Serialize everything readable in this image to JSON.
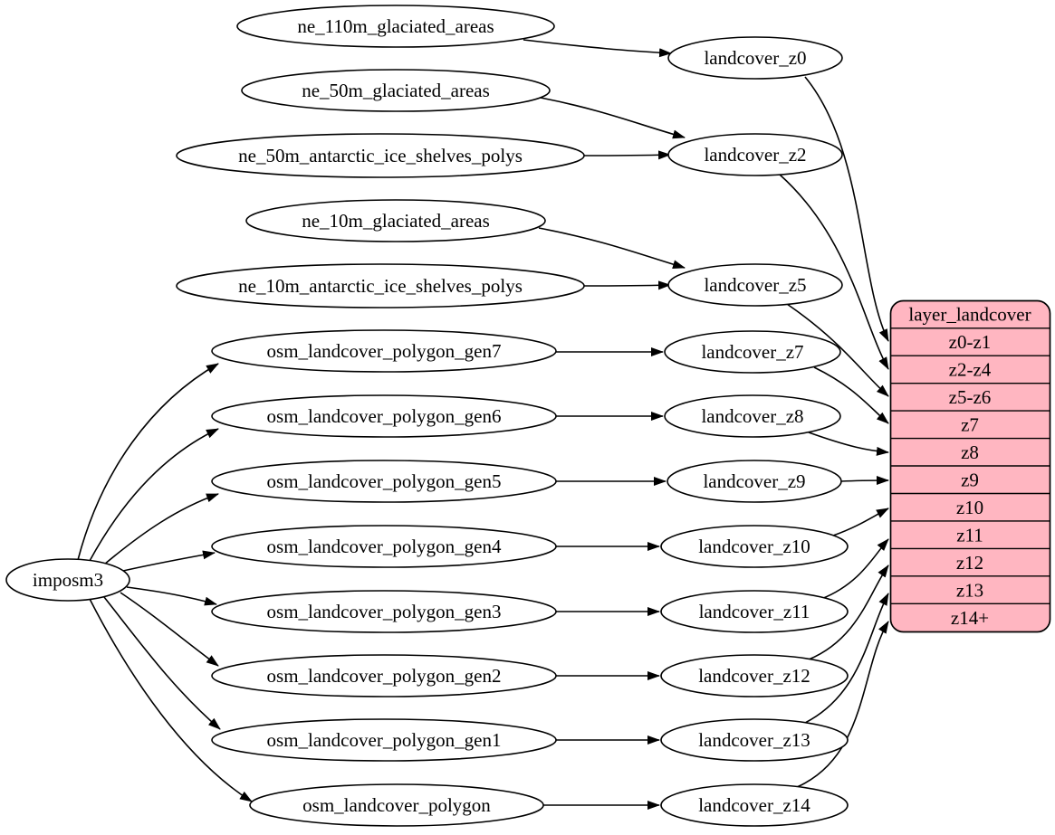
{
  "colors": {
    "background": "#ffffff",
    "node_fill": "#ffffff",
    "stroke": "#000000",
    "table_fill": "#ffb6c1"
  },
  "nodes": {
    "imposm3": "imposm3",
    "ne_110m_glaciated_areas": "ne_110m_glaciated_areas",
    "ne_50m_glaciated_areas": "ne_50m_glaciated_areas",
    "ne_50m_antarctic_ice_shelves_polys": "ne_50m_antarctic_ice_shelves_polys",
    "ne_10m_glaciated_areas": "ne_10m_glaciated_areas",
    "ne_10m_antarctic_ice_shelves_polys": "ne_10m_antarctic_ice_shelves_polys",
    "osm_landcover_polygon_gen7": "osm_landcover_polygon_gen7",
    "osm_landcover_polygon_gen6": "osm_landcover_polygon_gen6",
    "osm_landcover_polygon_gen5": "osm_landcover_polygon_gen5",
    "osm_landcover_polygon_gen4": "osm_landcover_polygon_gen4",
    "osm_landcover_polygon_gen3": "osm_landcover_polygon_gen3",
    "osm_landcover_polygon_gen2": "osm_landcover_polygon_gen2",
    "osm_landcover_polygon_gen1": "osm_landcover_polygon_gen1",
    "osm_landcover_polygon": "osm_landcover_polygon",
    "landcover_z0": "landcover_z0",
    "landcover_z2": "landcover_z2",
    "landcover_z5": "landcover_z5",
    "landcover_z7": "landcover_z7",
    "landcover_z8": "landcover_z8",
    "landcover_z9": "landcover_z9",
    "landcover_z10": "landcover_z10",
    "landcover_z11": "landcover_z11",
    "landcover_z12": "landcover_z12",
    "landcover_z13": "landcover_z13",
    "landcover_z14": "landcover_z14"
  },
  "table": {
    "title": "layer_landcover",
    "rows": [
      "z0-z1",
      "z2-z4",
      "z5-z6",
      "z7",
      "z8",
      "z9",
      "z10",
      "z11",
      "z12",
      "z13",
      "z14+"
    ]
  },
  "edges": [
    {
      "from": "ne_110m_glaciated_areas",
      "to": "landcover_z0"
    },
    {
      "from": "ne_50m_glaciated_areas",
      "to": "landcover_z2"
    },
    {
      "from": "ne_50m_antarctic_ice_shelves_polys",
      "to": "landcover_z2"
    },
    {
      "from": "ne_10m_glaciated_areas",
      "to": "landcover_z5"
    },
    {
      "from": "ne_10m_antarctic_ice_shelves_polys",
      "to": "landcover_z5"
    },
    {
      "from": "imposm3",
      "to": "osm_landcover_polygon_gen7"
    },
    {
      "from": "imposm3",
      "to": "osm_landcover_polygon_gen6"
    },
    {
      "from": "imposm3",
      "to": "osm_landcover_polygon_gen5"
    },
    {
      "from": "imposm3",
      "to": "osm_landcover_polygon_gen4"
    },
    {
      "from": "imposm3",
      "to": "osm_landcover_polygon_gen3"
    },
    {
      "from": "imposm3",
      "to": "osm_landcover_polygon_gen2"
    },
    {
      "from": "imposm3",
      "to": "osm_landcover_polygon_gen1"
    },
    {
      "from": "imposm3",
      "to": "osm_landcover_polygon"
    },
    {
      "from": "osm_landcover_polygon_gen7",
      "to": "landcover_z7"
    },
    {
      "from": "osm_landcover_polygon_gen6",
      "to": "landcover_z8"
    },
    {
      "from": "osm_landcover_polygon_gen5",
      "to": "landcover_z9"
    },
    {
      "from": "osm_landcover_polygon_gen4",
      "to": "landcover_z10"
    },
    {
      "from": "osm_landcover_polygon_gen3",
      "to": "landcover_z11"
    },
    {
      "from": "osm_landcover_polygon_gen2",
      "to": "landcover_z12"
    },
    {
      "from": "osm_landcover_polygon_gen1",
      "to": "landcover_z13"
    },
    {
      "from": "osm_landcover_polygon",
      "to": "landcover_z14"
    },
    {
      "from": "landcover_z0",
      "to": "layer_landcover:z0-z1"
    },
    {
      "from": "landcover_z2",
      "to": "layer_landcover:z2-z4"
    },
    {
      "from": "landcover_z5",
      "to": "layer_landcover:z5-z6"
    },
    {
      "from": "landcover_z7",
      "to": "layer_landcover:z7"
    },
    {
      "from": "landcover_z8",
      "to": "layer_landcover:z8"
    },
    {
      "from": "landcover_z9",
      "to": "layer_landcover:z9"
    },
    {
      "from": "landcover_z10",
      "to": "layer_landcover:z10"
    },
    {
      "from": "landcover_z11",
      "to": "layer_landcover:z11"
    },
    {
      "from": "landcover_z12",
      "to": "layer_landcover:z12"
    },
    {
      "from": "landcover_z13",
      "to": "layer_landcover:z13"
    },
    {
      "from": "landcover_z14",
      "to": "layer_landcover:z14+"
    }
  ]
}
